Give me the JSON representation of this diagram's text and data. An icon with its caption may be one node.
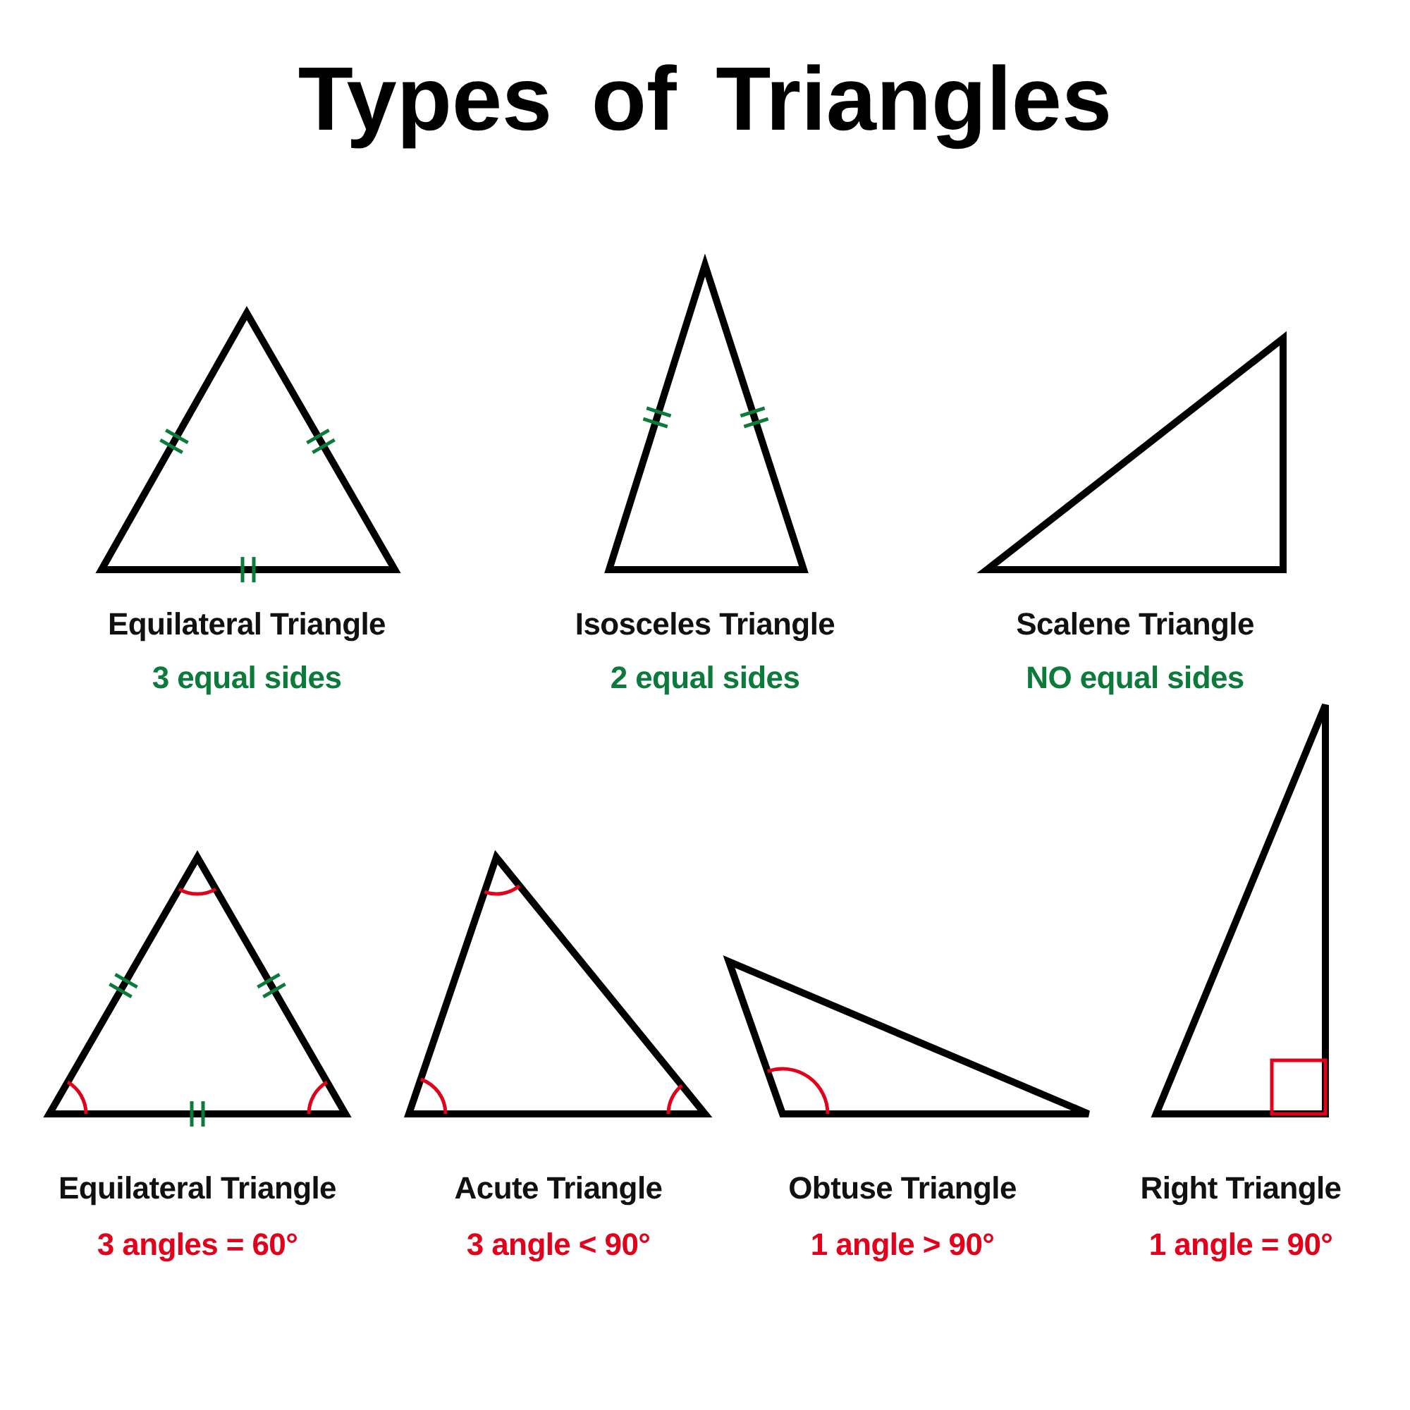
{
  "diagram": {
    "title": "Types of Triangles",
    "nodes": [
      {
        "text": [
          "Equilateral Triangle",
          "3 equal sides"
        ]
      },
      {
        "text": [
          "Isosceles Triangle",
          "2 equal sides"
        ]
      },
      {
        "text": [
          "Scalene Triangle",
          "NO equal sides"
        ]
      },
      {
        "text": [
          "Equilateral Triangle",
          "3 angles = 60°"
        ]
      },
      {
        "text": [
          "Acute Triangle",
          "3 angle < 90°"
        ]
      },
      {
        "text": [
          "Obtuse Triangle",
          "1 angle > 90°"
        ]
      },
      {
        "text": [
          "Right Triangle",
          "1 angle = 90°"
        ]
      }
    ]
  }
}
